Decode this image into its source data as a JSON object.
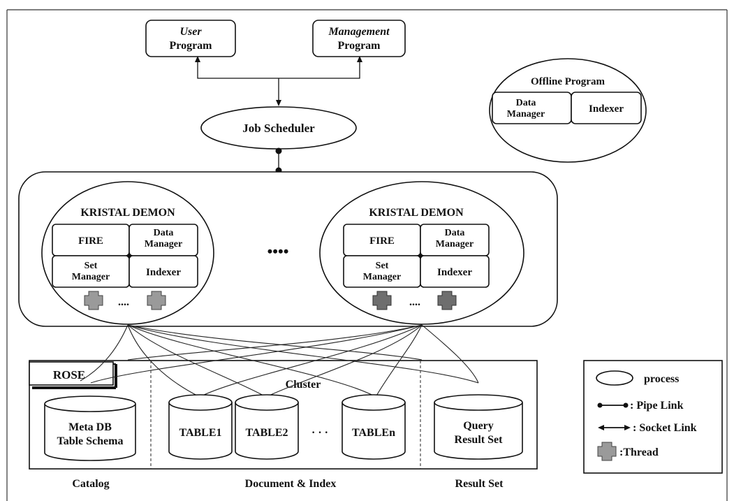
{
  "top": {
    "user_program": {
      "line1": "User",
      "line2": "Program"
    },
    "management_program": {
      "line1": "Management",
      "line2": "Program"
    },
    "job_scheduler": "Job Scheduler"
  },
  "offline": {
    "title": "Offline Program",
    "data_manager_line1": "Data",
    "data_manager_line2": "Manager",
    "indexer": "Indexer"
  },
  "demons": [
    {
      "title": "KRISTAL DEMON",
      "fire": "FIRE",
      "data_manager_line1": "Data",
      "data_manager_line2": "Manager",
      "set_manager_line1": "Set",
      "set_manager_line2": "Manager",
      "indexer": "Indexer",
      "thread_dots": "...."
    },
    {
      "title": "KRISTAL DEMON",
      "fire": "FIRE",
      "data_manager_line1": "Data",
      "data_manager_line2": "Manager",
      "set_manager_line1": "Set",
      "set_manager_line2": "Manager",
      "indexer": "Indexer",
      "thread_dots": "...."
    }
  ],
  "between_demons": "••••",
  "storage": {
    "rose": "ROSE",
    "cluster": "Cluster",
    "meta_db_line1": "Meta DB",
    "meta_db_line2": "Table Schema",
    "tables": [
      "TABLE1",
      "TABLE2",
      "TABLEn"
    ],
    "table_gap": "· · ·",
    "query_line1": "Query",
    "query_line2": "Result Set",
    "sections": [
      "Catalog",
      "Document & Index",
      "Result Set"
    ]
  },
  "legend": {
    "process": "process",
    "pipe": ": Pipe Link",
    "socket": ": Socket Link",
    "thread": ":Thread"
  }
}
